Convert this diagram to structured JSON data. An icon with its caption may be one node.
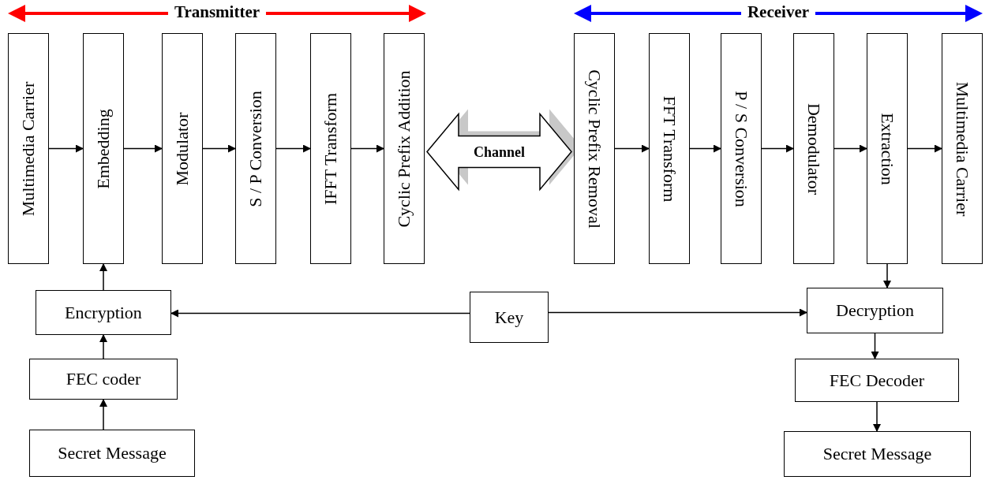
{
  "diagram": {
    "nodes": [
      {
        "text": [
          "Multimedia Carrier"
        ]
      },
      {
        "text": [
          "Embedding"
        ]
      },
      {
        "text": [
          "Modulator"
        ]
      },
      {
        "text": [
          "S / P Conversion"
        ]
      },
      {
        "text": [
          "IFFT Transform"
        ]
      },
      {
        "text": [
          "Cyclic Prefix Addition"
        ]
      },
      {
        "text": [
          "Cyclic Prefix Removal"
        ]
      },
      {
        "text": [
          "FFT Transform"
        ]
      },
      {
        "text": [
          "P / S Conversion"
        ]
      },
      {
        "text": [
          "Demodulator"
        ]
      },
      {
        "text": [
          "Extraction"
        ]
      },
      {
        "text": [
          "Multimedia Carrier"
        ]
      },
      {
        "text": [
          "Encryption"
        ]
      },
      {
        "text": [
          "Key"
        ]
      },
      {
        "text": [
          "Decryption"
        ]
      },
      {
        "text": [
          "FEC coder"
        ]
      },
      {
        "text": [
          "FEC Decoder"
        ]
      },
      {
        "text": [
          "Secret Message"
        ]
      },
      {
        "text": [
          "Secret Message"
        ]
      }
    ],
    "edges": [
      {
        "from": 0,
        "to": 1,
        "arrow": "to"
      },
      {
        "from": 1,
        "to": 2,
        "arrow": "to"
      },
      {
        "from": 2,
        "to": 3,
        "arrow": "to"
      },
      {
        "from": 3,
        "to": 4,
        "arrow": "to"
      },
      {
        "from": 4,
        "to": 5,
        "arrow": "to"
      },
      {
        "from": 5,
        "to": 6,
        "arrow": "both",
        "label": "Channel",
        "style": "thick"
      },
      {
        "from": 6,
        "to": 7,
        "arrow": "to"
      },
      {
        "from": 7,
        "to": 8,
        "arrow": "to"
      },
      {
        "from": 8,
        "to": 9,
        "arrow": "to"
      },
      {
        "from": 9,
        "to": 10,
        "arrow": "to"
      },
      {
        "from": 10,
        "to": 11,
        "arrow": "to"
      },
      {
        "from": 17,
        "to": 15,
        "arrow": "to"
      },
      {
        "from": 15,
        "to": 12,
        "arrow": "to"
      },
      {
        "from": 12,
        "to": 1,
        "arrow": "to"
      },
      {
        "from": 13,
        "to": 12,
        "arrow": "to"
      },
      {
        "from": 13,
        "to": 14,
        "arrow": "to"
      },
      {
        "from": 10,
        "to": 14,
        "arrow": "to"
      },
      {
        "from": 14,
        "to": 16,
        "arrow": "to"
      },
      {
        "from": 16,
        "to": 18,
        "arrow": "to"
      }
    ],
    "labels": [
      "Transmitter",
      "Receiver"
    ]
  }
}
